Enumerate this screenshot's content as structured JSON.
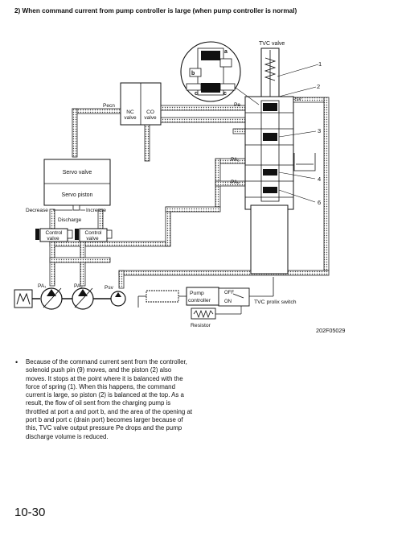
{
  "heading": "2)  When command current from pump controller is large (when pump controller is normal)",
  "labels": {
    "tvc_valve": "TVC valve",
    "num1": "1",
    "num2": "2",
    "num3": "3",
    "num4": "4",
    "num6": "6",
    "psv": "Psv",
    "pe": "Pe",
    "pecn": "Pecn",
    "nc_valve_line1": "NC",
    "nc_valve_line2": "valve",
    "co_valve_line1": "CO",
    "co_valve_line2": "valve",
    "pa1_right": "PA₁",
    "pa2_right": "PA₂",
    "servo_valve": "Servo valve",
    "servo_piston": "Servo piston",
    "decrease": "Decrease",
    "increase": "Increase",
    "discharge": "Discharge",
    "control_valve_line1": "Control",
    "control_valve_line2": "valve",
    "pa1": "PA₁",
    "pa2": "PA₂",
    "psv_pump": "Psv",
    "pump_controller_line1": "Pump",
    "pump_controller_line2": "controller",
    "off": "OFF",
    "on": "ON",
    "tvc_prolix_switch": "TVC prolix switch",
    "resistor": "Resistor",
    "detail_a": "a",
    "detail_b": "b",
    "detail_c": "c"
  },
  "figure_code": "202F05029",
  "bullet": "•",
  "paragraph": "Because of the command current sent from the controller, solenoid push pin (9) moves, and the piston (2) also moves. It stops at the point where it is balanced with the force of spring (1). When this happens, the command current is large, so piston (2) is balanced at the top. As a result, the flow of oil sent from the charging pump is throttled at port a and port b, and the area of the opening at port b and port c (drain port) becomes larger because of this, TVC valve output pressure Pe drops and the pump discharge volume is reduced.",
  "page_number": "10-30"
}
